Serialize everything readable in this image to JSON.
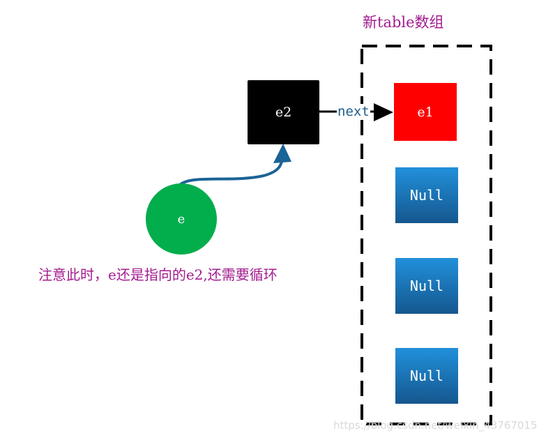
{
  "title": "新table数组",
  "nodes": {
    "e2": "e2",
    "e1": "e1",
    "e": "e",
    "nulls": [
      "Null",
      "Null",
      "Null"
    ]
  },
  "edge_label": "next",
  "note": "注意此时，e还是指向的e2,还需要循环",
  "watermark": "https://blog.csdn.net/weixin_43767015",
  "colors": {
    "title_text": "#a31c8f",
    "e2_fill": "#000000",
    "e1_fill": "#ff0000",
    "null_fill_top": "#2190db",
    "null_fill_bottom": "#15578e",
    "e_fill": "#02ad4c",
    "curve_arrow": "#1a6396",
    "edge_label": "#1f5e8c"
  }
}
